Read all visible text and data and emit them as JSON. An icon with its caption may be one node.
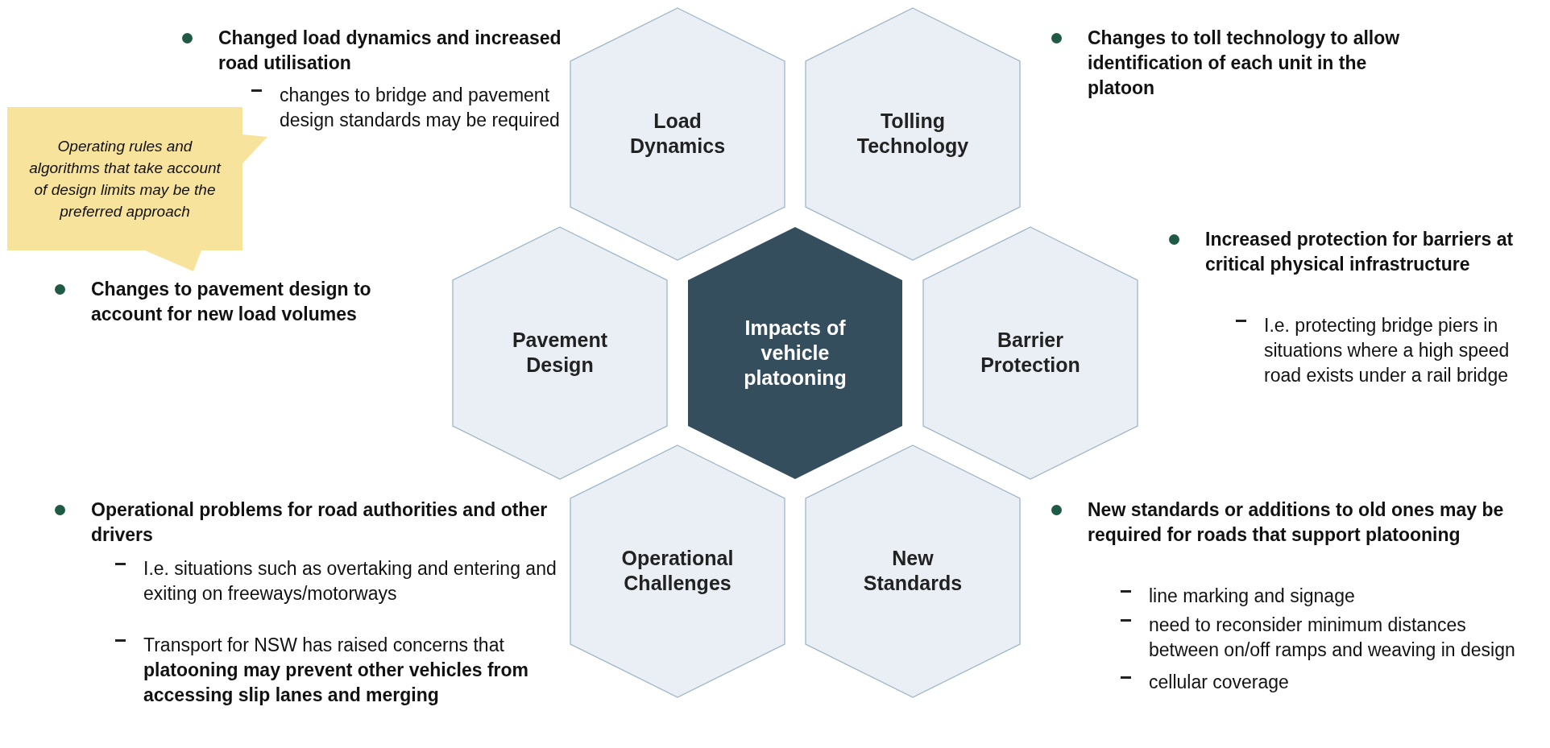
{
  "diagram": {
    "nodes": [
      {
        "text": [
          "Load Dynamics"
        ]
      },
      {
        "text": [
          "Tolling Technology"
        ]
      },
      {
        "text": [
          "Pavement Design"
        ]
      },
      {
        "text": [
          "Impacts of vehicle platooning"
        ]
      },
      {
        "text": [
          "Barrier Protection"
        ]
      },
      {
        "text": [
          "Operational Challenges"
        ]
      },
      {
        "text": [
          "New Standards"
        ]
      },
      {
        "text": [
          "Operating rules and algorithms that take account of design limits may be the preferred approach"
        ]
      }
    ],
    "labels": [
      "Changed load dynamics and increased road utilisation",
      "changes to bridge and pavement design standards may be required",
      "Changes to toll technology to allow identification of each unit in the platoon",
      "Changes to pavement design to account for new load volumes",
      "Increased protection for barriers at critical physical infrastructure",
      "I.e. protecting bridge piers in situations where a high speed road exists under a rail bridge",
      "Operational problems for road authorities and other drivers",
      "I.e. situations such as overtaking and entering and exiting on freeways/motorways",
      "Transport for NSW has raised concerns that **platooning may prevent other vehicles from accessing slip lanes and merging**",
      "New standards or additions to old ones may be required for roads that support platooning",
      "line marking and signage",
      "need to reconsider minimum distances between on/off ramps and weaving in design",
      "cellular coverage"
    ]
  }
}
